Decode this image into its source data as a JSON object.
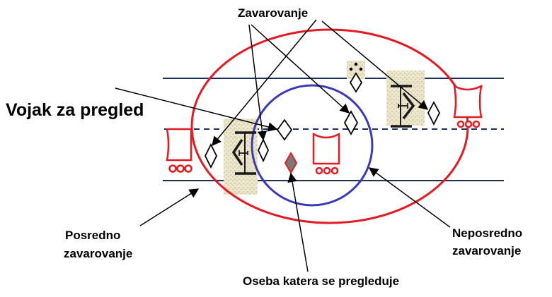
{
  "labels": {
    "zavarovanje": "Zavarovanje",
    "vojak_za_pregled": "Vojak za pregled",
    "posredno_line1": "Posredno",
    "posredno_line2": "zavarovanje",
    "neposredno_line1": "Neposredno",
    "neposredno_line2": "zavarovanje",
    "oseba": "Oseba katera se pregleduje"
  },
  "colors": {
    "outer_ellipse": "#e31b23",
    "inner_circle": "#3b3bb8",
    "road_line": "#1f2f5a",
    "vehicle": "#e31b23",
    "barrier": "#1a1a1a",
    "target_person": "#7a7a7a",
    "target_outline": "#e31b23",
    "camouflage": "#e8e2c8"
  },
  "icons": {
    "vehicle": "truck-icon",
    "checkpoint": "barrier-gate-icon",
    "soldier": "soldier-diamond-icon",
    "person": "inspected-person-diamond-icon"
  }
}
